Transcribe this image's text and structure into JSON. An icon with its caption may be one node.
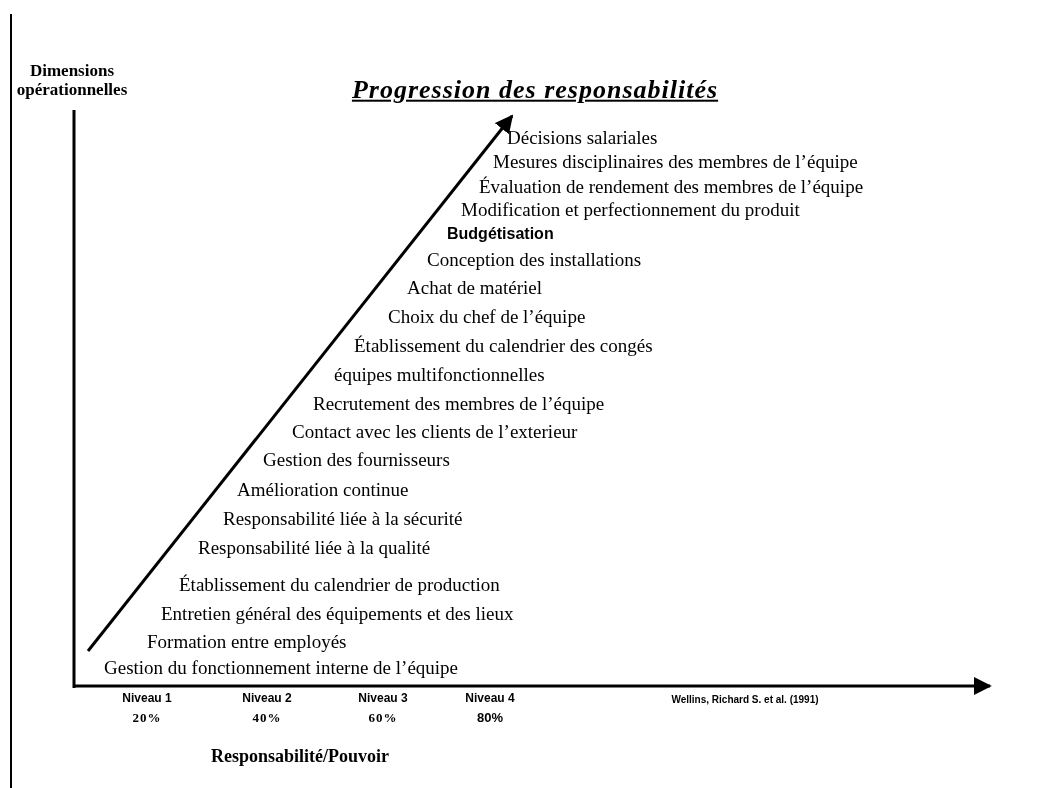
{
  "diagram": {
    "title": "Progression des responsabilités",
    "labels": [
      "Dimensions opérationnelles",
      "Décisions salariales",
      "Mesures disciplinaires des membres de l’équipe",
      "Évaluation de rendement des membres de l’équipe",
      "Modification et perfectionnement du produit",
      "Budgétisation",
      "Conception des installations",
      "Achat de matériel",
      "Choix du chef de l’équipe",
      "Établissement du calendrier des congés",
      "équipes multifonctionnelles",
      "Recrutement des membres de l’équipe",
      "Contact avec les clients de l’exterieur",
      "Gestion des fournisseurs",
      "Amélioration continue",
      "Responsabilité liée à la sécurité",
      "Responsabilité liée à la qualité",
      "Établissement du calendrier de production",
      "Entretien général des équipements et des lieux",
      "Formation entre employés",
      "Gestion du fonctionnement interne de l’équipe",
      "Niveau 1",
      "Niveau 2",
      "Niveau 3",
      "Niveau 4",
      "Wellins, Richard S. et al. (1991)",
      "20%",
      "40%",
      "60%",
      "80%",
      "Responsabilité/Pouvoir"
    ]
  }
}
